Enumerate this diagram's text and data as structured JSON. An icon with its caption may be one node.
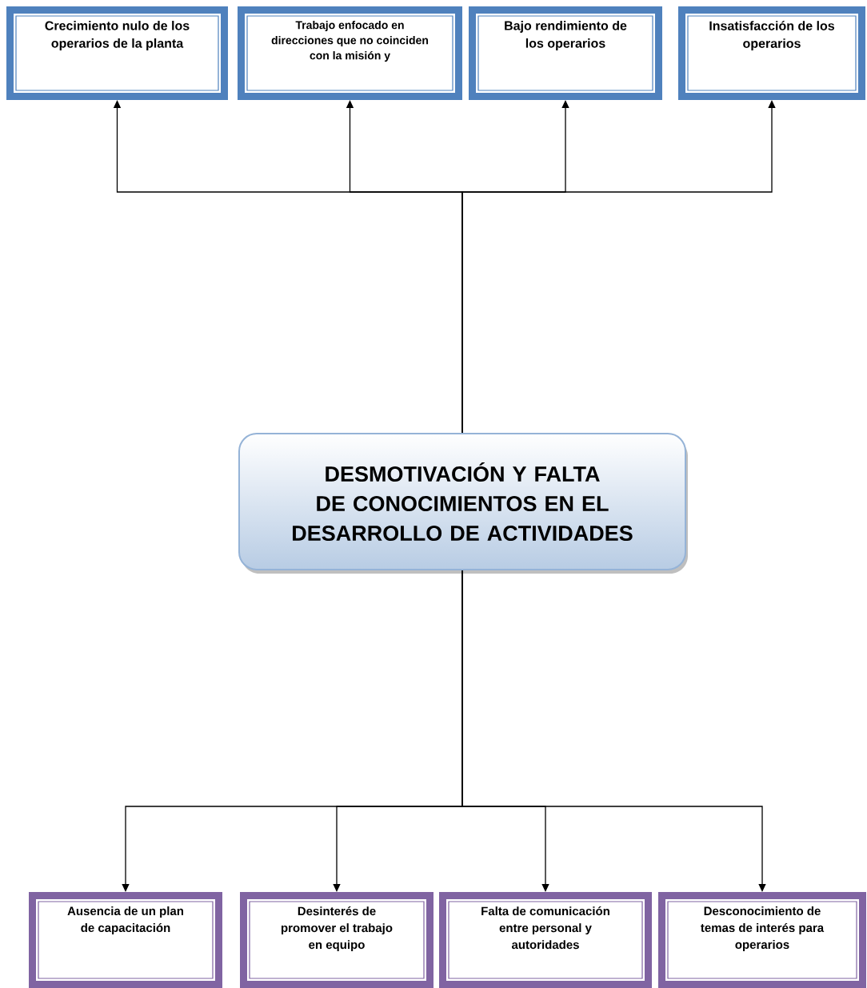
{
  "diagram": {
    "nodes": [
      {
        "text": [
          "Crecimiento nulo de los operarios de la planta"
        ]
      },
      {
        "text": [
          "Trabajo enfocado en direcciones que no coinciden con la misión y"
        ]
      },
      {
        "text": [
          "Bajo rendimiento de los operarios"
        ]
      },
      {
        "text": [
          "Insatisfacción de los operarios"
        ]
      },
      {
        "text": [
          "DESMOTIVACIÓN Y FALTA DE CONOCIMIENTOS EN EL DESARROLLO DE ACTIVIDADES"
        ]
      },
      {
        "text": [
          "Ausencia de un plan de capacitación"
        ]
      },
      {
        "text": [
          "Desinterés de promover el trabajo en equipo"
        ]
      },
      {
        "text": [
          "Falta de comunicación entre personal y autoridades"
        ]
      },
      {
        "text": [
          "Desconocimiento de temas de interés para operarios"
        ]
      }
    ],
    "edges": [
      {
        "from": 4,
        "to": 0,
        "arrow": "to"
      },
      {
        "from": 4,
        "to": 1,
        "arrow": "to"
      },
      {
        "from": 4,
        "to": 2,
        "arrow": "to"
      },
      {
        "from": 4,
        "to": 3,
        "arrow": "to"
      },
      {
        "from": 4,
        "to": 5,
        "arrow": "to"
      },
      {
        "from": 4,
        "to": 6,
        "arrow": "to"
      },
      {
        "from": 4,
        "to": 7,
        "arrow": "to"
      },
      {
        "from": 4,
        "to": 8,
        "arrow": "to"
      }
    ]
  }
}
